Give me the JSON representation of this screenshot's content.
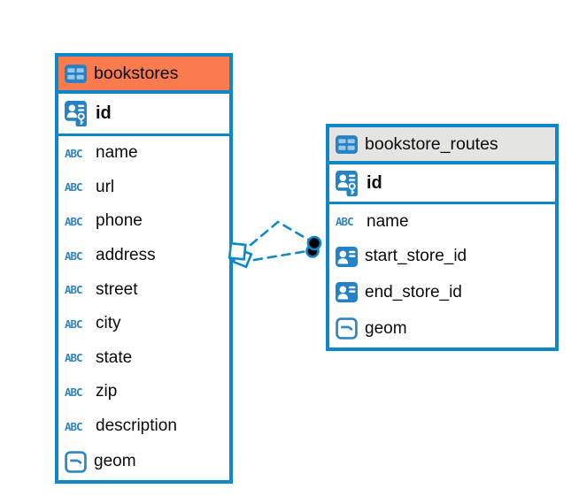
{
  "diagram": {
    "type": "entity-relationship",
    "background": "#ffffff"
  },
  "colors": {
    "table_border": "#0c87c8",
    "header_bookstores": "#fa7b4e",
    "header_routes": "#e4e4e3",
    "icon_blue": "#2383c6",
    "icon_cell_blue": "#9fc6e6",
    "abc_blue": "#2e86c4",
    "connector": "#0c87c8",
    "endpoint_dot": "#000000",
    "text": "#0b0b0b"
  },
  "icons": {
    "abc_glyph": "ABC",
    "table_icon": "table-grid-icon",
    "primary_key_icon": "person-key-icon",
    "foreign_key_icon": "person-badge-icon",
    "geometry_icon": "geometry-box-icon"
  },
  "tables": [
    {
      "title": "bookstores",
      "header_color": "#fa7b4e",
      "key": {
        "name": "id",
        "type": "primary-key"
      },
      "columns": [
        {
          "name": "name",
          "type": "text"
        },
        {
          "name": "url",
          "type": "text"
        },
        {
          "name": "phone",
          "type": "text"
        },
        {
          "name": "address",
          "type": "text"
        },
        {
          "name": "street",
          "type": "text"
        },
        {
          "name": "city",
          "type": "text"
        },
        {
          "name": "state",
          "type": "text"
        },
        {
          "name": "zip",
          "type": "text"
        },
        {
          "name": "description",
          "type": "text"
        },
        {
          "name": "geom",
          "type": "geometry"
        }
      ]
    },
    {
      "title": "bookstore_routes",
      "header_color": "#e4e4e3",
      "key": {
        "name": "id",
        "type": "primary-key"
      },
      "columns": [
        {
          "name": "name",
          "type": "text"
        },
        {
          "name": "start_store_id",
          "type": "foreign-key"
        },
        {
          "name": "end_store_id",
          "type": "foreign-key"
        },
        {
          "name": "geom",
          "type": "geometry"
        }
      ]
    }
  ],
  "relationships": [
    {
      "from": "bookstores.id",
      "to": "bookstore_routes.start_store_id",
      "style": "dashed"
    },
    {
      "from": "bookstores.id",
      "to": "bookstore_routes.end_store_id",
      "style": "dashed"
    }
  ]
}
